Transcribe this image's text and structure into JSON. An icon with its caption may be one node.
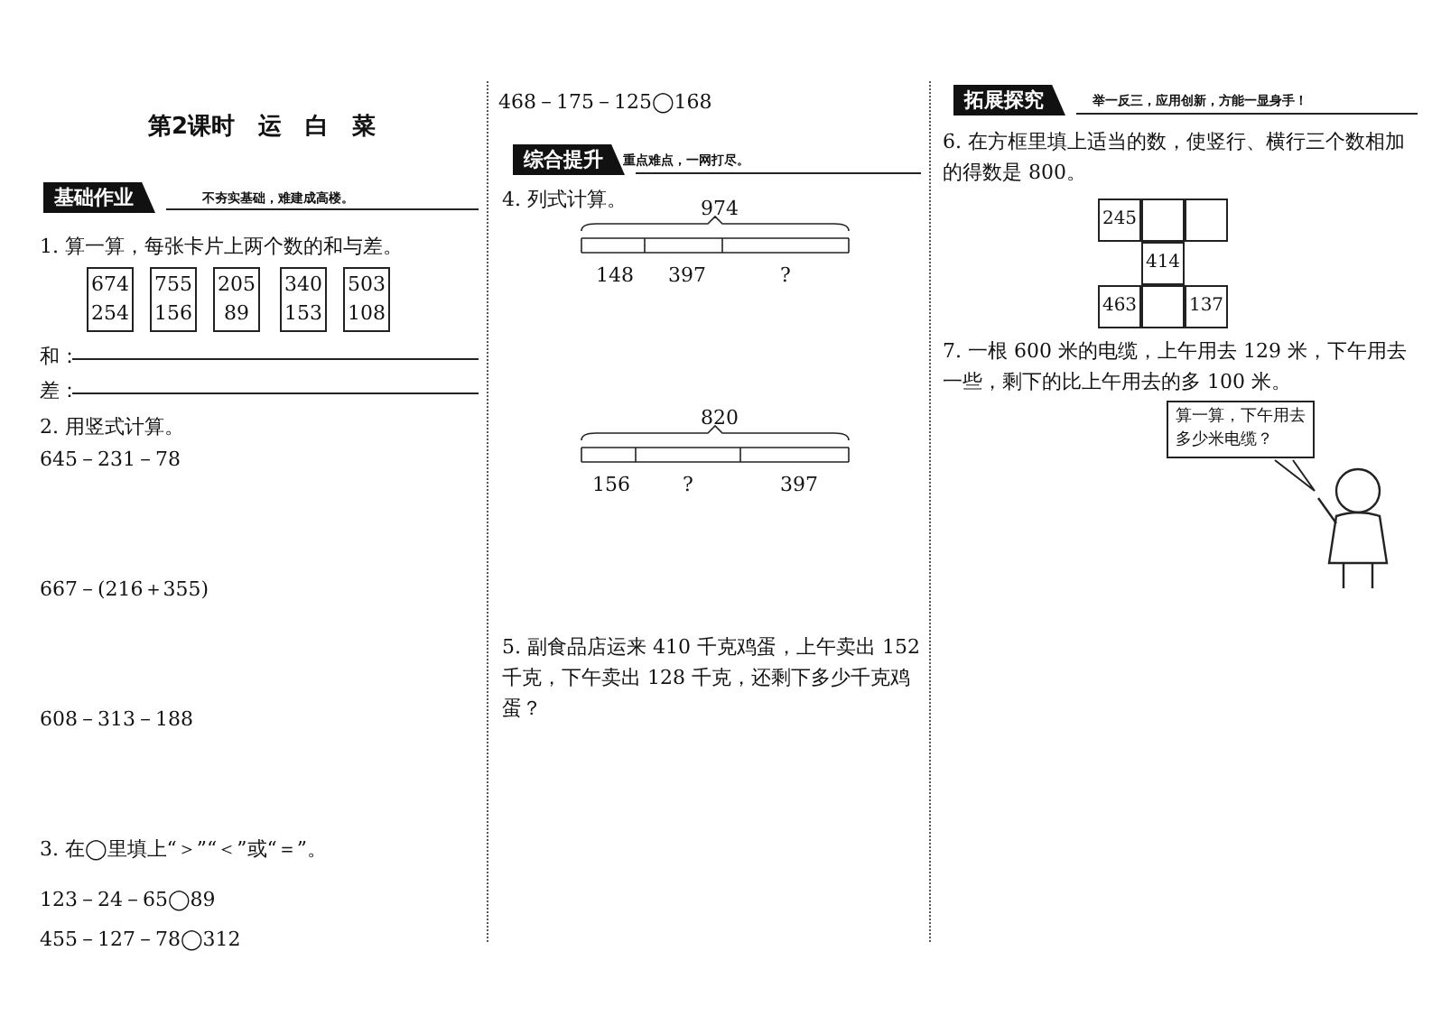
{
  "diagram": {
    "title": "第2课时　运　白　菜",
    "nodes": [
      {
        "text": [
          "基础作业"
        ],
        "beside": [
          "不夯实基础，难建成高楼。"
        ]
      },
      {
        "text": [
          "674",
          "254"
        ]
      },
      {
        "text": [
          "755",
          "156"
        ]
      },
      {
        "text": [
          "205",
          "89"
        ]
      },
      {
        "text": [
          "340",
          "153"
        ]
      },
      {
        "text": [
          "503",
          "108"
        ]
      },
      {
        "text": [
          "综合提升"
        ],
        "beside": [
          "重点难点，一网打尽。"
        ]
      },
      {
        "text": [
          "拓展探究"
        ],
        "beside": [
          "举一反三，应用创新，方能一显身手！"
        ]
      },
      {
        "text": [
          "245"
        ]
      },
      {
        "text": [],
        "shape": "box"
      },
      {
        "text": [],
        "shape": "box"
      },
      {
        "text": [
          "414"
        ]
      },
      {
        "text": [
          "463"
        ]
      },
      {
        "text": [],
        "shape": "box"
      },
      {
        "text": [
          "137"
        ]
      },
      {
        "text": [
          "算一算，下午用去多少米电缆？"
        ]
      }
    ],
    "labels": [
      "1. 算一算，每张卡片上两个数的和与差。",
      "和：",
      "差：",
      "2. 用竖式计算。",
      "645－231－78",
      "667－(216＋355)",
      "608－313－188",
      "3. 在◯里填上“＞”“＜”或“＝”。",
      "123－24－65◯89",
      "455－127－78◯312",
      "468－175－125◯168",
      "4. 列式计算。",
      "974",
      "148",
      "397",
      "?",
      "820",
      "156",
      "?",
      "397",
      "5. 副食品店运来 410 千克鸡蛋，上午卖出 152 千克，下午卖出 128 千克，还剩下多少千克鸡蛋？",
      "6. 在方框里填上适当的数，使竖行、横行三个数相加的得数是 800。",
      "7. 一根 600 米的电缆，上午用去 129 米，下午用去一些，剩下的比上午用去的多 100 米。"
    ]
  }
}
